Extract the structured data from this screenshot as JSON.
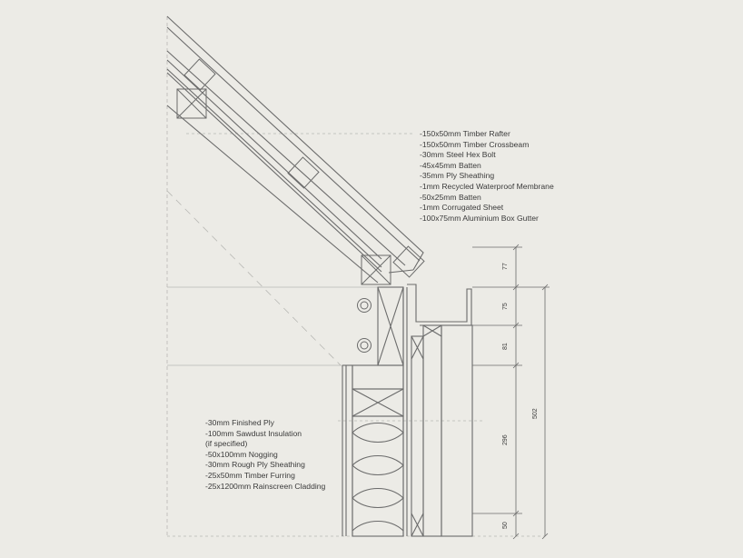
{
  "roof_labels": [
    "-150x50mm Timber Rafter",
    "-150x50mm Timber Crossbeam",
    "-30mm Steel Hex Bolt",
    "-45x45mm Batten",
    "-35mm Ply Sheathing",
    "-1mm Recycled Waterproof Membrane",
    "-50x25mm Batten",
    "-1mm Corrugated Sheet",
    "-100x75mm Aluminium Box Gutter"
  ],
  "wall_labels": [
    "-30mm Finished Ply",
    "-100mm Sawdust Insulation",
    "(if specified)",
    "-50x100mm Nogging",
    "-30mm Rough Ply Sheathing",
    "-25x50mm Timber Furring",
    "-25x1200mm Rainscreen Cladding"
  ],
  "dimensions": {
    "d1": "77",
    "d2": "75",
    "d3": "81",
    "d4": "296",
    "d5": "50",
    "total": "502"
  },
  "colors": {
    "background": "#ecebe6",
    "line": "#6b6b6b",
    "text": "#3a3a3a",
    "guide": "#b8b8b4"
  }
}
